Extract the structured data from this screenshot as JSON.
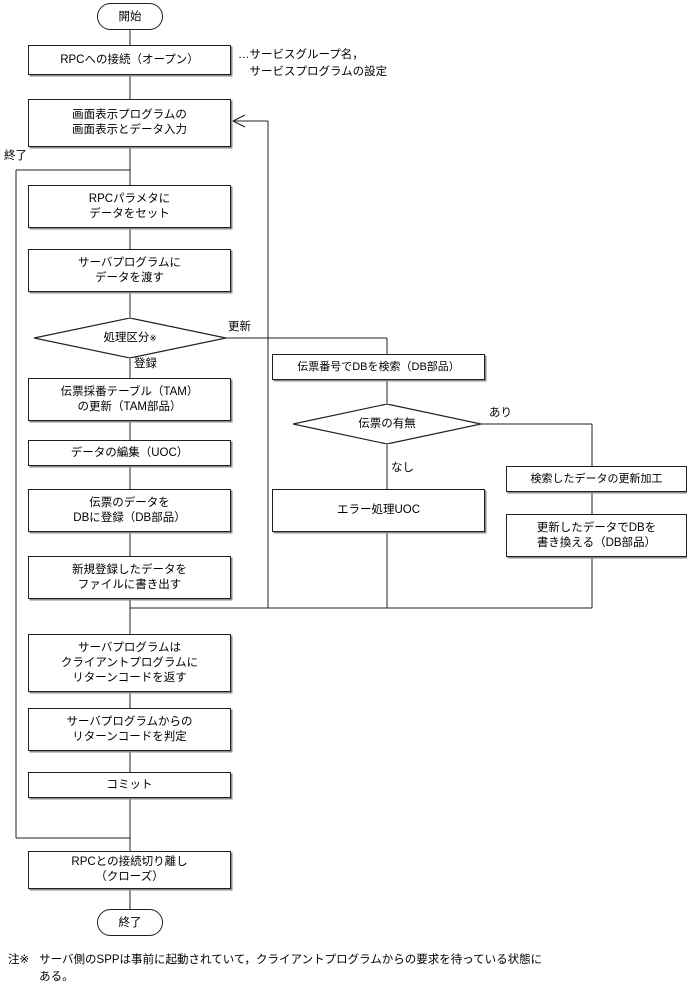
{
  "diagram": {
    "type": "flowchart",
    "title_text": "",
    "orientation": "top-to-bottom",
    "line_color": "#231f20",
    "shadow_color": "#8b8b8b",
    "background": "#ffffff"
  },
  "terminators": {
    "start": "開始",
    "end": "終了"
  },
  "nodes": {
    "rpc_open": "RPCへの接続（オープン）",
    "screen_display": "画面表示プログラムの\n画面表示とデータ入力",
    "set_param": "RPCパラメタに\nデータをセット",
    "pass_data": "サーバプログラムに\nデータを渡す",
    "tam_update": "伝票採番テーブル（TAM）\nの更新（TAM部品）",
    "edit_data": "データの編集（UOC）",
    "register_db": "伝票のデータを\nDBに登録（DB部品）",
    "write_file": "新規登録したデータを\nファイルに書き出す",
    "return_code": "サーバプログラムは\nクライアントプログラムに\nリターンコードを返す",
    "judge_return": "サーバプログラムからの\nリターンコードを判定",
    "commit": "コミット",
    "rpc_close": "RPCとの接続切り離し\n（クローズ）",
    "search_db": "伝票番号でDBを検索（DB部品）",
    "error_uoc": "エラー処理UOC",
    "update_process": "検索したデータの更新加工",
    "rewrite_db": "更新したデータでDBを\n書き換える（DB部品）"
  },
  "decisions": {
    "process_type": {
      "label": "処理区分",
      "ref_mark": "※"
    },
    "slip_exists": {
      "label": "伝票の有無"
    }
  },
  "edge_labels": {
    "exit": "終了",
    "update": "更新",
    "register": "登録",
    "exists": "あり",
    "not_exists": "なし"
  },
  "annotation": {
    "rpc_open_note": "…サービスグループ名，\n　サービスプログラムの設定"
  },
  "footnote": {
    "mark": "注※",
    "text": "サーバ側のSPPは事前に起動されていて，クライアントプログラムからの要求を待っている状態に\nある。"
  }
}
